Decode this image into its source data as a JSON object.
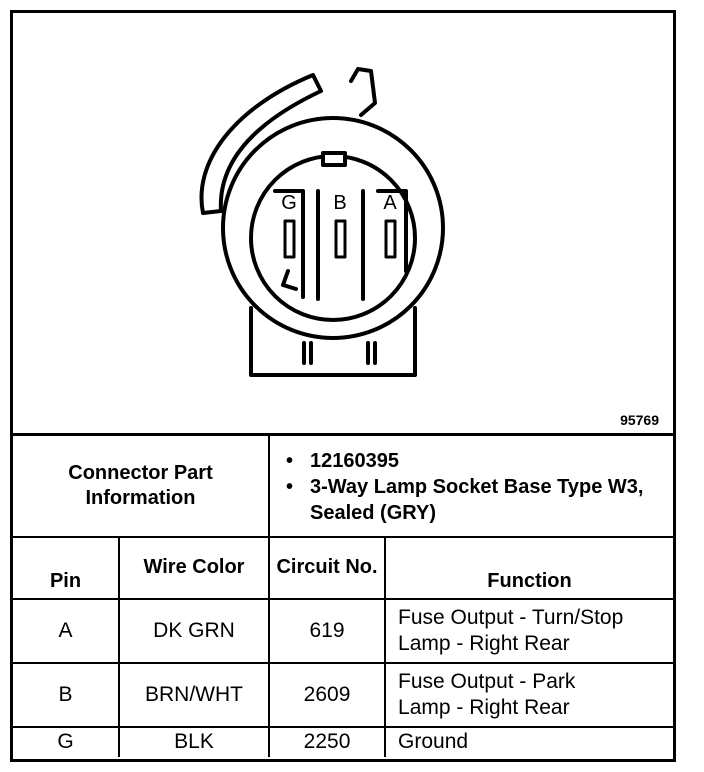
{
  "figure": {
    "number": "95769"
  },
  "connector": {
    "pin_letters": [
      "G",
      "B",
      "A"
    ],
    "part_info_label": "Connector Part Information",
    "part_info": [
      "12160395",
      "3-Way Lamp Socket Base Type W3, Sealed (GRY)"
    ]
  },
  "table": {
    "headers": {
      "pin": "Pin",
      "wire_color": "Wire Color",
      "circuit": "Circuit No.",
      "function": "Function"
    },
    "rows": [
      {
        "pin": "A",
        "wire_color": "DK GRN",
        "circuit": "619",
        "function_line1": "Fuse Output - Turn/Stop",
        "function_line2": "Lamp - Right Rear"
      },
      {
        "pin": "B",
        "wire_color": "BRN/WHT",
        "circuit": "2609",
        "function_line1": "Fuse Output - Park",
        "function_line2": "Lamp - Right Rear"
      },
      {
        "pin": "G",
        "wire_color": "BLK",
        "circuit": "2250",
        "function_line1": "Ground",
        "function_line2": ""
      }
    ]
  }
}
